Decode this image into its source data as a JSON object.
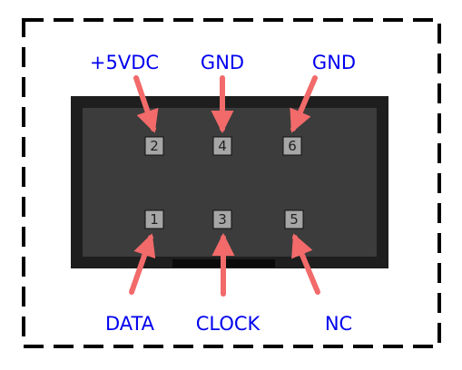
{
  "colors": {
    "label": "#0000ee",
    "arrow": "#f26a6a",
    "connector_outer": "#1e1e1e",
    "connector_inner": "#3c3c3c",
    "pin_fill": "#a6a6a6",
    "border": "#000000"
  },
  "top_row": [
    {
      "pin": "2",
      "signal": "+5VDC"
    },
    {
      "pin": "4",
      "signal": "GND"
    },
    {
      "pin": "6",
      "signal": "GND"
    }
  ],
  "bottom_row": [
    {
      "pin": "1",
      "signal": "DATA"
    },
    {
      "pin": "3",
      "signal": "CLOCK"
    },
    {
      "pin": "5",
      "signal": "NC"
    }
  ]
}
